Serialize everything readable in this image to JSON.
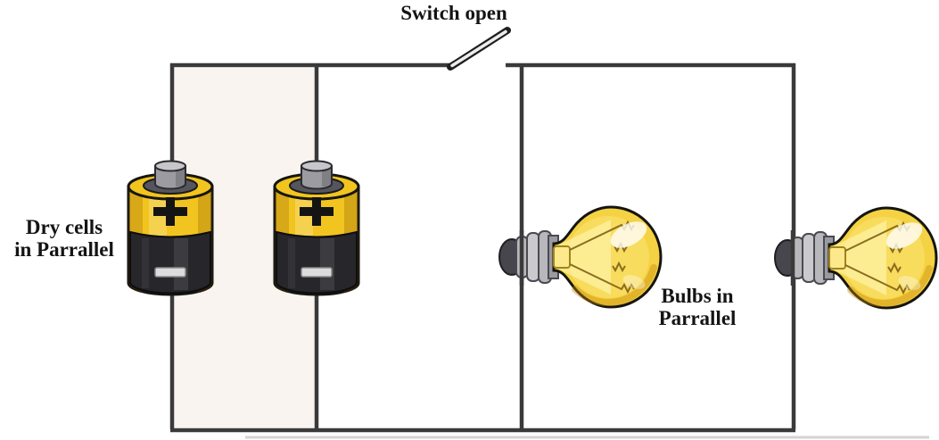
{
  "labels": {
    "switch": "Switch open",
    "dry_cells": [
      "Dry cells",
      "in Parrallel"
    ],
    "bulbs": [
      "Bulbs in",
      "Parrallel"
    ]
  },
  "diagram": {
    "type": "electric-circuit",
    "switch_state": "open",
    "dry_cells": {
      "count": 2,
      "connection": "parallel"
    },
    "bulbs": {
      "count": 2,
      "connection": "parallel",
      "lit": true
    },
    "colors": {
      "wire": "#3a3a3a",
      "battery_jacket_yellow": "#f2c41f",
      "battery_body_black": "#26262b",
      "battery_terminal_gray": "#c6c6cb",
      "bulb_glass_yellow": "#f5d243",
      "bulb_base_gray": "#b7b7bc",
      "inner_panel_tint": "#faf4f1",
      "background": "#ffffff",
      "label_text": "#141414"
    }
  }
}
